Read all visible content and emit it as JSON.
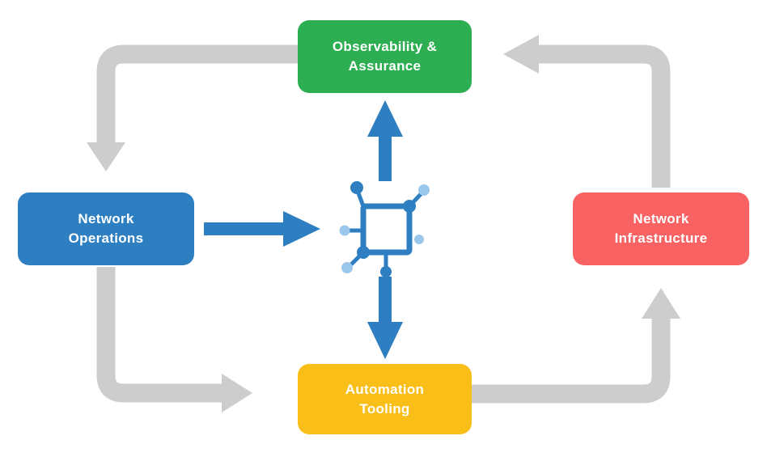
{
  "diagram": {
    "boxes": {
      "observability": {
        "line1": "Observability &",
        "line2": "Assurance"
      },
      "network_operations": {
        "line1": "Network",
        "line2": "Operations"
      },
      "network_infrastructure": {
        "line1": "Network",
        "line2": "Infrastructure"
      },
      "automation_tooling": {
        "line1": "Automation",
        "line2": "Tooling"
      }
    },
    "colors": {
      "green": "#2EAE52",
      "blue": "#2E7EC2",
      "red": "#F96262",
      "yellow": "#F9BE17",
      "arrow_gray": "#CDCDCD",
      "icon_dark_blue": "#2E7EC2",
      "icon_light_blue": "#9CC7EC",
      "text": "#FFFFFF",
      "background": "#FFFFFF"
    },
    "center_icon": "network-icon",
    "arrows": {
      "gray": [
        "observability-to-network-operations",
        "network-operations-to-automation-tooling",
        "automation-tooling-to-network-infrastructure",
        "network-infrastructure-to-observability"
      ],
      "blue": [
        "network-operations-to-center",
        "center-to-observability",
        "center-to-automation-tooling"
      ]
    }
  }
}
